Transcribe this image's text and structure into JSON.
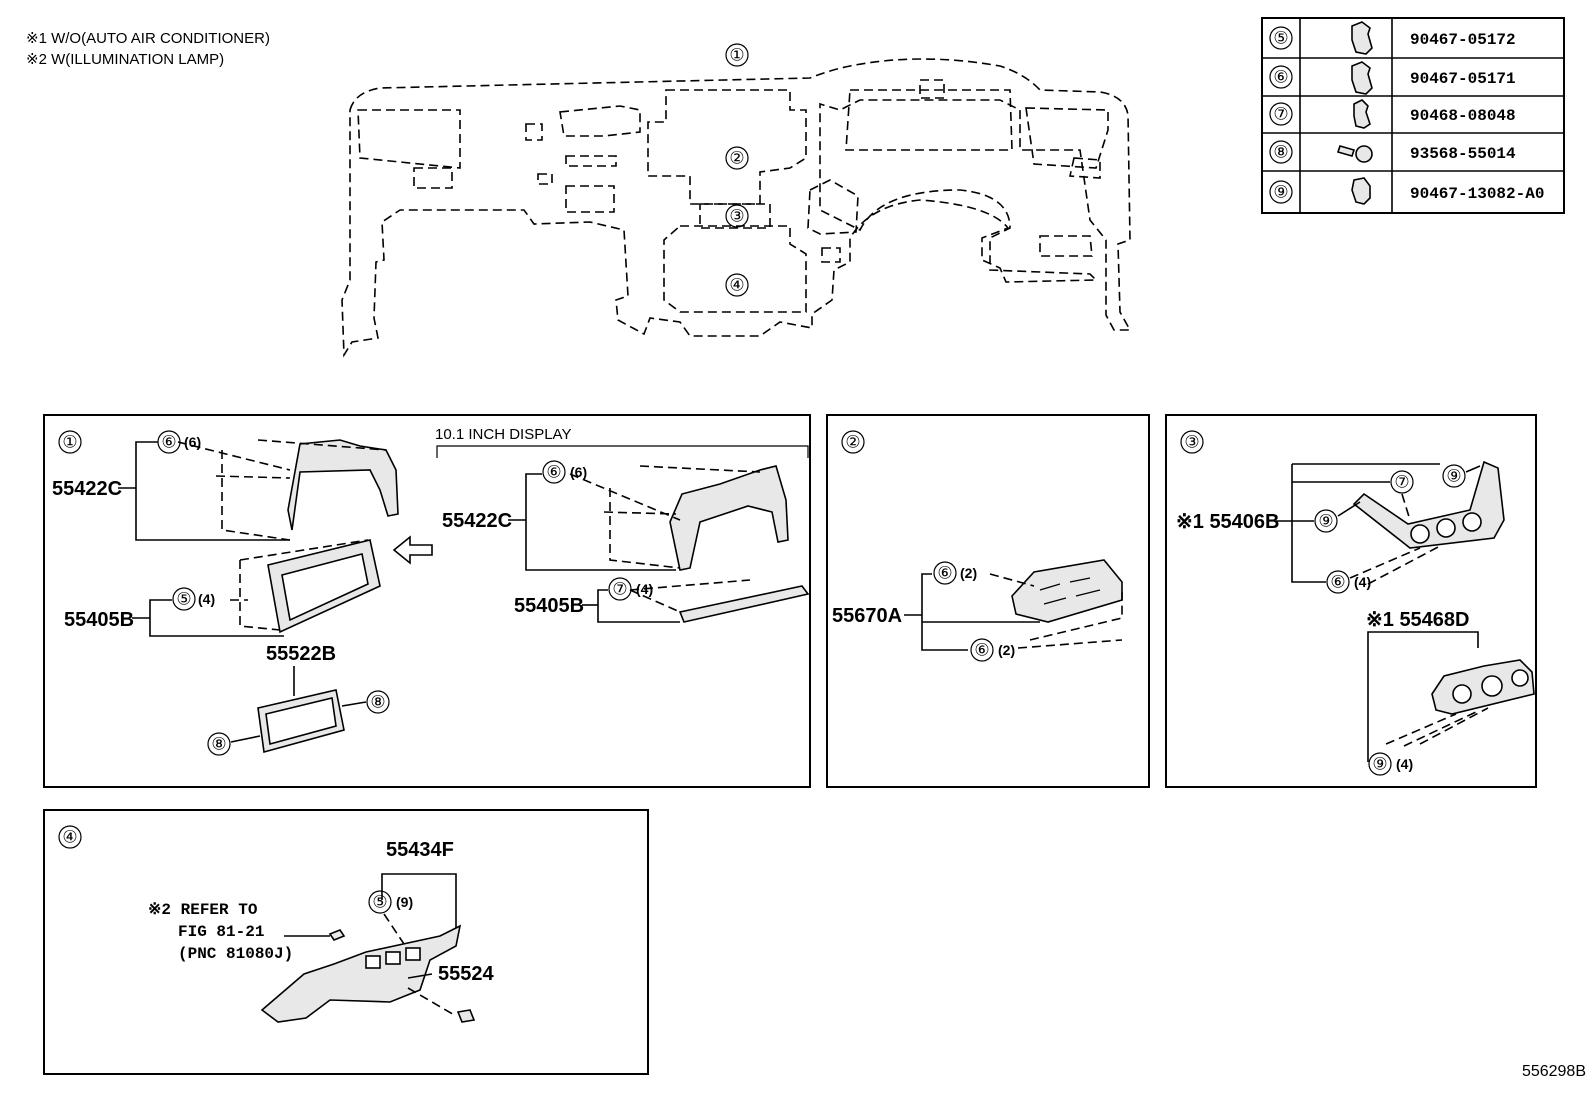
{
  "notes": [
    "※1 W/O(AUTO AIR CONDITIONER)",
    "※2 W(ILLUMINATION LAMP)"
  ],
  "overview": {
    "callouts": [
      "①",
      "②",
      "③",
      "④"
    ]
  },
  "legend": [
    {
      "num": "⑤",
      "part": "90467-05172"
    },
    {
      "num": "⑥",
      "part": "90467-05171"
    },
    {
      "num": "⑦",
      "part": "90468-08048"
    },
    {
      "num": "⑧",
      "part": "93568-55014"
    },
    {
      "num": "⑨",
      "part": "90467-13082-A0"
    }
  ],
  "panel1": {
    "id": "①",
    "display_label": "10.1 INCH DISPLAY",
    "left": {
      "bezel": "55422C",
      "bezel_clip": "⑥",
      "bezel_qty": "(6)",
      "display": "55405B",
      "display_clip": "⑤",
      "display_qty": "(4)",
      "sub": "55522B",
      "screw_a": "⑧",
      "screw_b": "⑧"
    },
    "right": {
      "bezel": "55422C",
      "bezel_clip": "⑥",
      "bezel_qty": "(6)",
      "display": "55405B",
      "display_clip": "⑦",
      "display_qty": "(4)"
    }
  },
  "panel2": {
    "id": "②",
    "part": "55670A",
    "clip_a": "⑥",
    "qty_a": "(2)",
    "clip_b": "⑥",
    "qty_b": "(2)"
  },
  "panel3": {
    "id": "③",
    "part_a": "※1 55406B",
    "clip_a1": "⑦",
    "clip_a2": "⑨",
    "clip_a3": "⑨",
    "clip_a4": "⑥",
    "qty_a4": "(4)",
    "part_b": "※1 55468D",
    "clip_b": "⑨",
    "qty_b": "(4)"
  },
  "panel4": {
    "id": "④",
    "part_a": "55434F",
    "clip_a": "⑤",
    "qty_a": "(9)",
    "ref_note_1": "※2 REFER TO",
    "ref_note_2": "FIG 81-21",
    "ref_note_3": "(PNC 81080J)",
    "part_b": "55524"
  },
  "diagram_code": "556298B"
}
